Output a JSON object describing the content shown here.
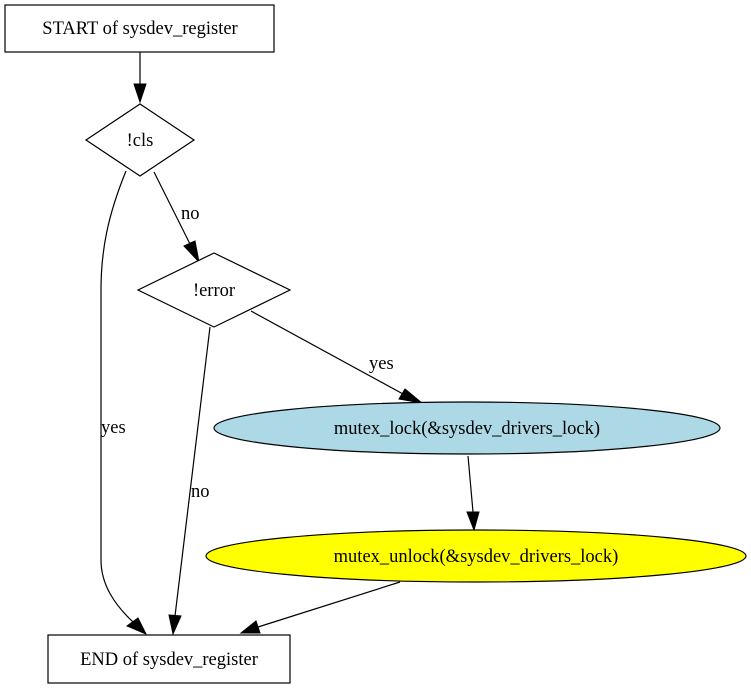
{
  "diagram": {
    "type": "flowchart",
    "nodes": [
      {
        "id": "start",
        "label": "START of sysdev_register",
        "shape": "box",
        "fill": "#ffffff"
      },
      {
        "id": "cls",
        "label": "!cls",
        "shape": "diamond",
        "fill": "#ffffff"
      },
      {
        "id": "error",
        "label": "!error",
        "shape": "diamond",
        "fill": "#ffffff"
      },
      {
        "id": "lock",
        "label": "mutex_lock(&sysdev_drivers_lock)",
        "shape": "ellipse",
        "fill": "#add8e6"
      },
      {
        "id": "unlock",
        "label": "mutex_unlock(&sysdev_drivers_lock)",
        "shape": "ellipse",
        "fill": "#ffff00"
      },
      {
        "id": "end",
        "label": "END of sysdev_register",
        "shape": "box",
        "fill": "#ffffff"
      }
    ],
    "edges": [
      {
        "from": "start",
        "to": "cls",
        "label": ""
      },
      {
        "from": "cls",
        "to": "error",
        "label": "no"
      },
      {
        "from": "cls",
        "to": "end",
        "label": "yes"
      },
      {
        "from": "error",
        "to": "lock",
        "label": "yes"
      },
      {
        "from": "error",
        "to": "end",
        "label": "no"
      },
      {
        "from": "lock",
        "to": "unlock",
        "label": ""
      },
      {
        "from": "unlock",
        "to": "end",
        "label": ""
      }
    ]
  }
}
